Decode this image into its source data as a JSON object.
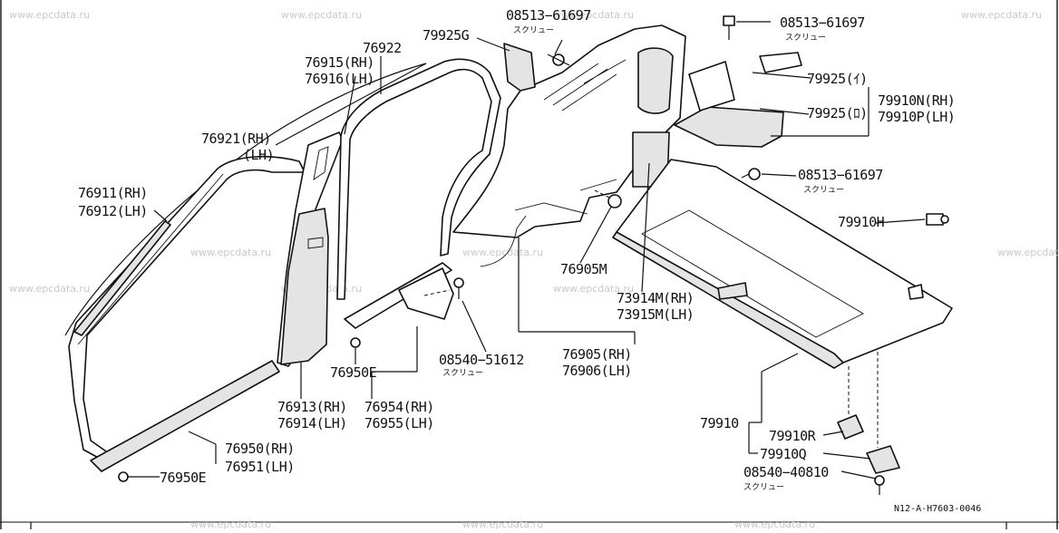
{
  "diagram": {
    "ref_code": "N12-A-H7603-0046",
    "watermark": "www.epcdata.ru",
    "labels": {
      "p08513_top_center": "08513−61697",
      "screw_top_center": "スクリュー",
      "p08513_top_right": "08513−61697",
      "screw_top_right": "スクリュー",
      "p79925G": "79925G",
      "p76922": "76922",
      "p76915": "76915(RH)",
      "p76916": "76916(LH)",
      "p76921_rh": "76921(RH)",
      "p76921_lh": "(LH)",
      "p76911": "76911(RH)",
      "p76912": "76912(LH)",
      "p79925H": "79925(ｲ)",
      "p79925J": "79925(ﾛ)",
      "p79910N": "79910N(RH)",
      "p79910P": "79910P(LH)",
      "p08513_mid": "08513−61697",
      "screw_mid": "スクリュー",
      "p79910H": "79910H",
      "p76905M": "76905M",
      "p73914M": "73914M(RH)",
      "p73915M": "73915M(LH)",
      "p08540_51612": "08540−51612",
      "screw_08540_51612": "スクリュー",
      "p76905": "76905(RH)",
      "p76906": "76906(LH)",
      "p76950E_mid": "76950E",
      "p76913": "76913(RH)",
      "p76914": "76914(LH)",
      "p76954": "76954(RH)",
      "p76955": "76955(LH)",
      "p76950": "76950(RH)",
      "p76951": "76951(LH)",
      "p76950E_bottom": "76950E",
      "p79910": "79910",
      "p79910R": "79910R",
      "p79910Q": "79910Q",
      "p08540_40810": "08540−40810",
      "screw_08540_40810": "スクリュー"
    }
  }
}
